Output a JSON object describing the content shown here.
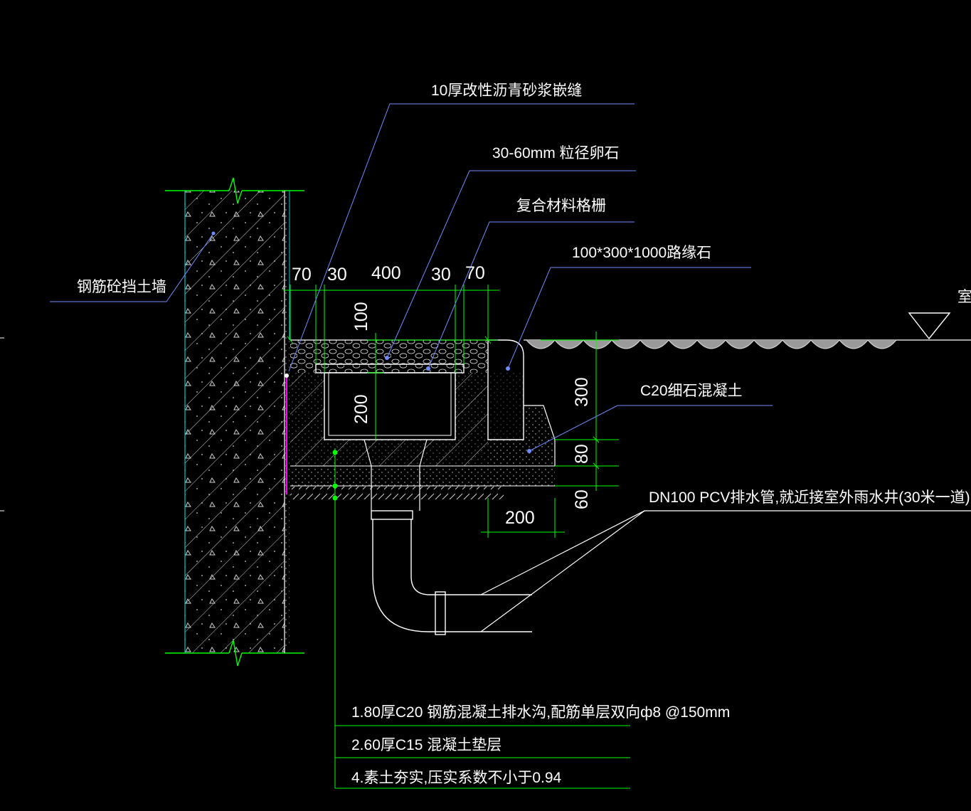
{
  "title_partial": "",
  "labels": {
    "joint": "10厚改性沥青砂浆嵌缝",
    "gravel": "30-60mm  粒径卵石",
    "grate": "复合材料格栅",
    "curb": "100*300*1000路缘石",
    "wall": "钢筋砼挡土墙",
    "c20": "C20细石混凝土",
    "pipe": "DN100 PCV排水管,就近接室外雨水井(30米一道)",
    "outdoor": "室外"
  },
  "dimensions": {
    "d70a": "70",
    "d30a": "30",
    "d400": "400",
    "d30b": "30",
    "d70b": "70",
    "d100": "100",
    "d200v": "200",
    "d300": "300",
    "d80": "80",
    "d60": "60",
    "d200h": "200"
  },
  "notes": [
    "1.80厚C20 钢筋混凝土排水沟,配筋单层双向ф8 @150mm",
    "2.60厚C15 混凝土垫层",
    "4.素土夯实,压实系数不小于0.94"
  ],
  "colors": {
    "background": "#000000",
    "linework": "#ffffff",
    "dimension": "#00ff00",
    "leader": "#6f8cff",
    "wall_edge": "#00c8c8",
    "membrane": "#ff00ff"
  }
}
